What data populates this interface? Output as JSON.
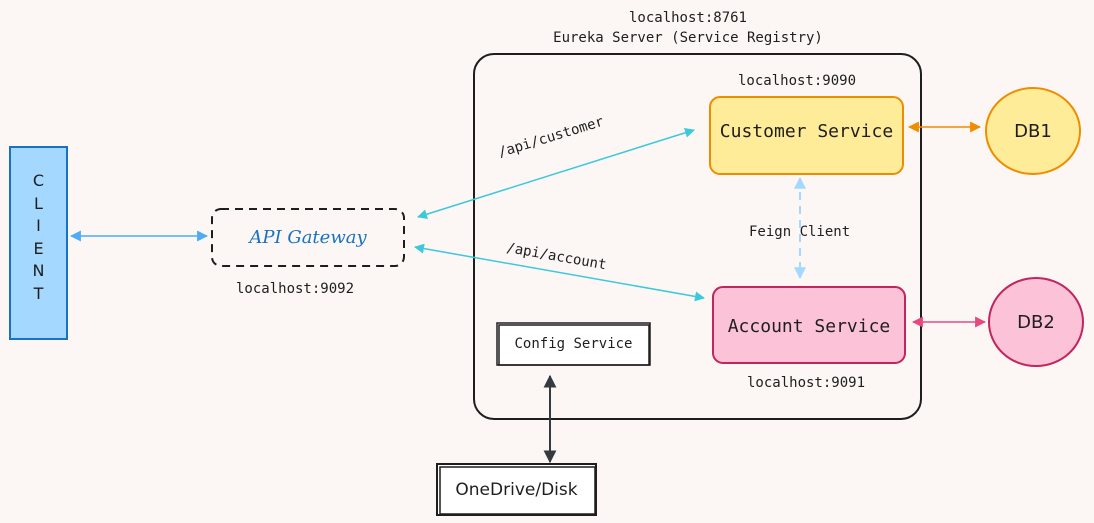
{
  "eureka": {
    "port_label": "localhost:8761",
    "title": "Eureka Server (Service Registry)"
  },
  "client": {
    "letters": [
      "C",
      "L",
      "I",
      "E",
      "N",
      "T"
    ]
  },
  "gateway": {
    "label": "API Gateway",
    "port_label": "localhost:9092"
  },
  "customer_service": {
    "label": "Customer Service",
    "port_label": "localhost:9090",
    "route_label": "/api/customer"
  },
  "account_service": {
    "label": "Account Service",
    "port_label": "localhost:9091",
    "route_label": "/api/account"
  },
  "feign": {
    "label": "Feign Client"
  },
  "config_service": {
    "label": "Config Service"
  },
  "storage": {
    "label": "OneDrive/Disk"
  },
  "db1": {
    "label": "DB1"
  },
  "db2": {
    "label": "DB2"
  },
  "colors": {
    "background": "#fcf7f4",
    "client_fill": "#a5d8ff",
    "client_stroke": "#1971c2",
    "gateway_text": "#1971c2",
    "customer_fill": "#ffec99",
    "customer_stroke": "#f08c00",
    "account_fill": "#fcc2d7",
    "account_stroke": "#c2255c",
    "route_arrow": "#3bc9db",
    "client_arrow": "#4dabf7",
    "feign_arrow": "#a5d8ff",
    "db1_arrow": "#f08c00",
    "db2_arrow": "#e64980",
    "storage_arrow": "#343a40"
  }
}
